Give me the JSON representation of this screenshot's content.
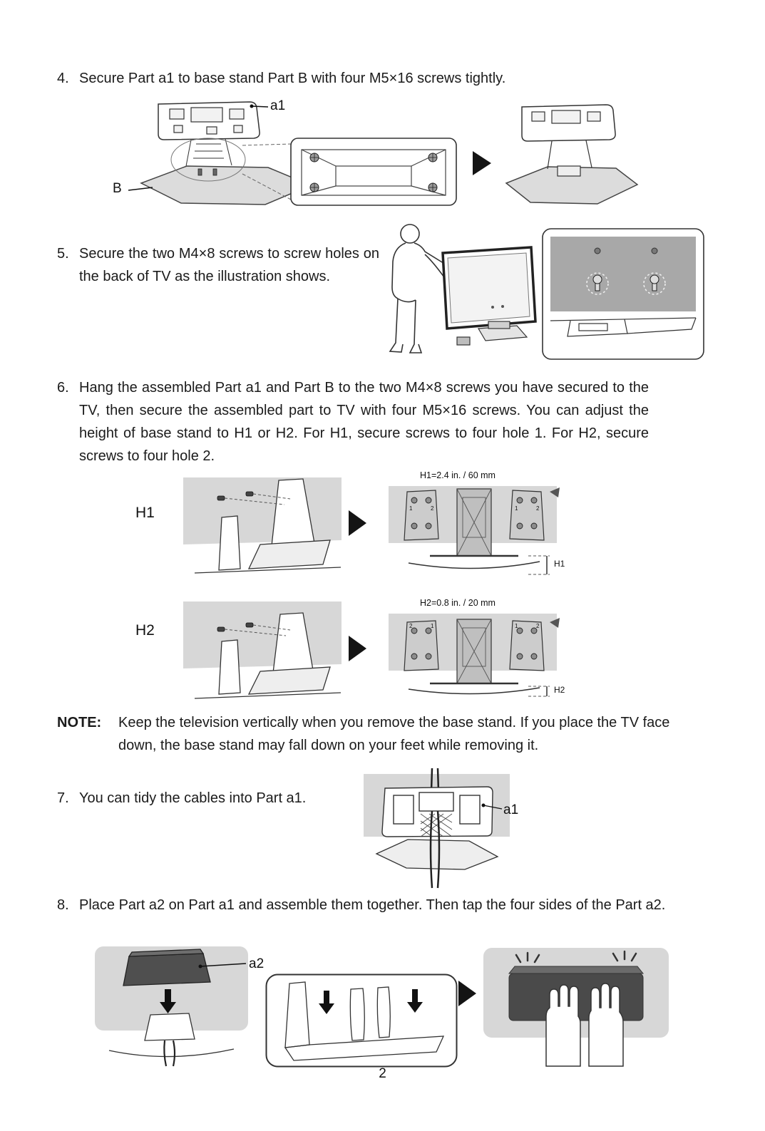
{
  "page_number": "2",
  "steps": {
    "s4": {
      "number": "4.",
      "text": "Secure Part a1 to base stand Part B with four M5×16 screws tightly.",
      "label_a1": "a1",
      "label_b": "B"
    },
    "s5": {
      "number": "5.",
      "text": "Secure the two M4×8 screws to screw holes on the back of TV as the illustration shows."
    },
    "s6": {
      "number": "6.",
      "text": "Hang the assembled Part a1 and Part B to the two M4×8 screws you have secured to the TV, then secure the assembled part to TV with four M5×16 screws. You can adjust the height of base stand to H1 or H2. For H1, secure screws to four hole 1. For H2, secure screws to four hole 2.",
      "h1_label": "H1",
      "h2_label": "H2",
      "h1_dim": "H1=2.4 in. / 60 mm",
      "h2_dim": "H2=0.8 in. / 20 mm",
      "h1_marker": "H1",
      "h2_marker": "H2",
      "hole1": "1",
      "hole2": "2"
    },
    "note": {
      "label": "NOTE:",
      "text": "Keep the television vertically when you remove the base stand. If you place the TV face down, the base stand may fall down on your feet while removing it."
    },
    "s7": {
      "number": "7.",
      "text": "You can tidy the cables into Part a1.",
      "label_a1": "a1"
    },
    "s8": {
      "number": "8.",
      "text": "Place Part a2 on Part a1 and assemble them together. Then tap the four sides of the Part a2.",
      "label_a2": "a2"
    }
  }
}
